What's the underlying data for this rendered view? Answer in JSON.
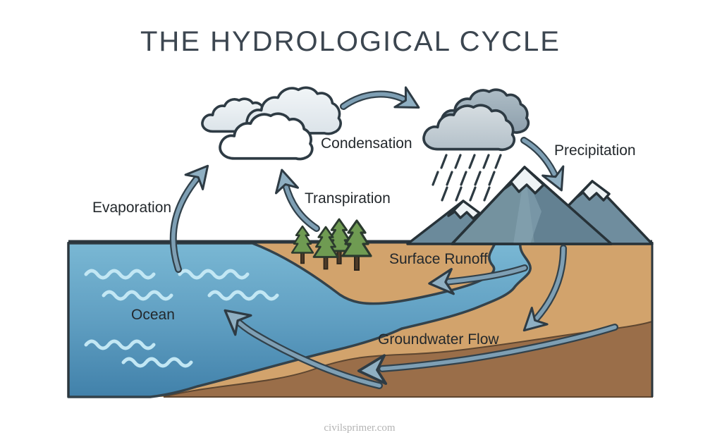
{
  "title": "THE HYDROLOGICAL CYCLE",
  "watermark": "civilsprimer.com",
  "labels": {
    "condensation": "Condensation",
    "precipitation": "Precipitation",
    "evaporation": "Evaporation",
    "transpiration": "Transpiration",
    "surface_runoff": "Surface Runoff",
    "ocean": "Ocean",
    "groundwater_flow": "Groundwater Flow"
  },
  "colors": {
    "sky": "#ffffff",
    "ocean_top": "#7ab8d4",
    "ocean_deep": "#4181aa",
    "river": "#79c0d9",
    "wave": "#c2e7f4",
    "sand": "#d2a36c",
    "subsoil": "#9a6e49",
    "mountain": "#6f8d9e",
    "mountain_shadow": "#5d7b8d",
    "snow": "#eef3f5",
    "cloud_light": "#e3eaef",
    "cloud_white": "#ffffff",
    "rain_cloud_dark": "#93a5b1",
    "rain_cloud_light": "#c6d0d7",
    "tree_green": "#6f9b52",
    "trunk": "#4e3b29",
    "arrow_fill": "#7e9fb4",
    "arrow_head": "#8fafc2",
    "outline": "#2e3b44",
    "title_text": "#3c4650",
    "label_text": "#23282c",
    "watermark_text": "#b4b4b4"
  },
  "arrows": [
    {
      "name": "evaporation-arrow",
      "from": "ocean",
      "to": "condensation-clouds"
    },
    {
      "name": "transpiration-arrow",
      "from": "trees",
      "to": "condensation-clouds"
    },
    {
      "name": "condensation-arrow",
      "from": "condensation-clouds",
      "to": "rain-cloud"
    },
    {
      "name": "precipitation-arrow",
      "from": "rain-cloud",
      "to": "mountains"
    },
    {
      "name": "surface-runoff-arrow",
      "from": "mountains",
      "to": "ocean"
    },
    {
      "name": "infiltration-arrow",
      "from": "mountains",
      "to": "groundwater"
    },
    {
      "name": "groundwater-flow-arrow",
      "from": "groundwater",
      "to": "ocean"
    },
    {
      "name": "ocean-return-arrow",
      "from": "groundwater",
      "to": "ocean"
    }
  ],
  "elements": [
    "clouds",
    "rain-cloud",
    "mountains",
    "trees",
    "ocean",
    "river",
    "groundwater-layers"
  ]
}
